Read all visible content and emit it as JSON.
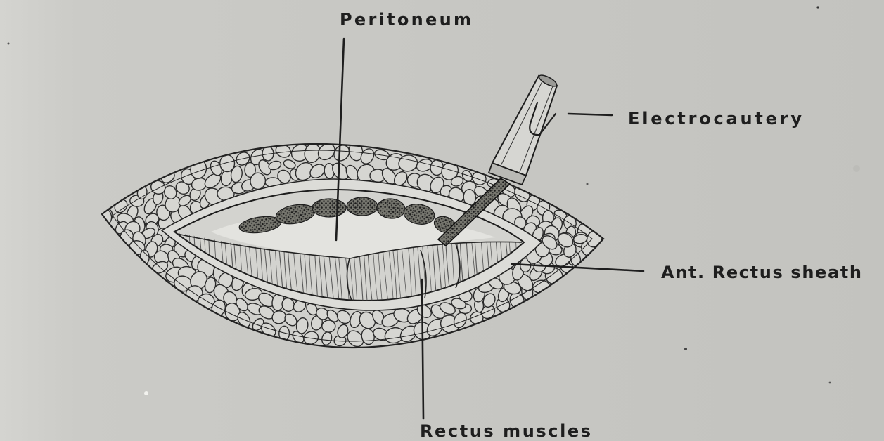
{
  "labels": {
    "peritoneum": "Peritoneum",
    "electrocautery": "Electrocautery",
    "ant_rectus_sheath": "Ant. Rectus sheath",
    "rectus_muscles": "Rectus muscles"
  },
  "colors": {
    "paper": "#c8c8c4",
    "ink": "#1e1e1e"
  }
}
